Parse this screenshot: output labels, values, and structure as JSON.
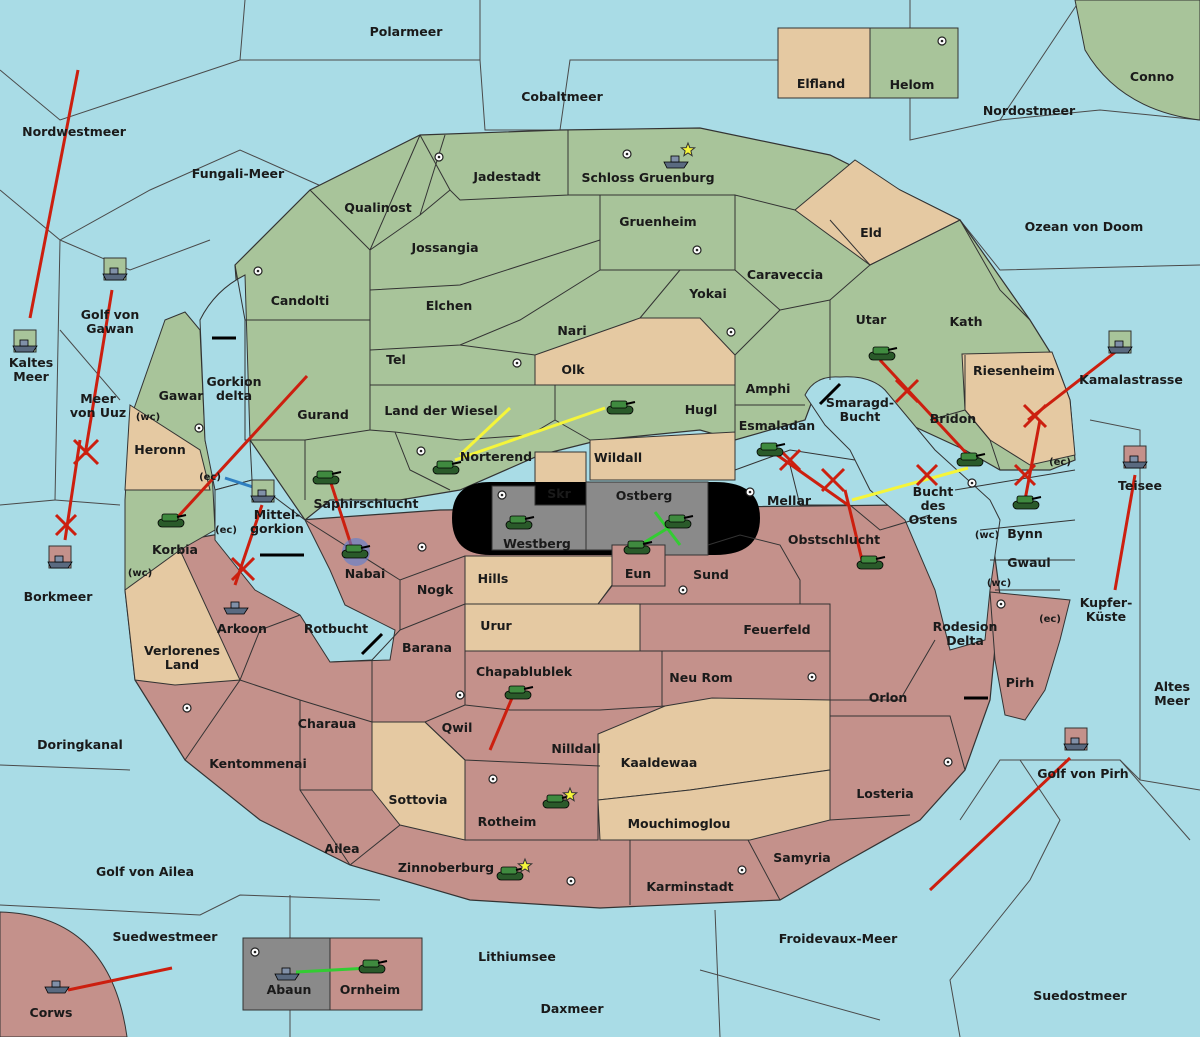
{
  "colors": {
    "sea": "#a9dce6",
    "green": "#a8c49a",
    "red": "#c4918b",
    "tan": "#e5c9a2",
    "gray": "#8a8a8a",
    "black": "#000000",
    "order_red": "#cc1f0f",
    "order_yellow": "#f5f53a",
    "order_green": "#33cc33",
    "order_blue": "#2f7fc0"
  },
  "seas": {
    "polarmeer": "Polarmeer",
    "cobaltmeer": "Cobaltmeer",
    "nordwestmeer": "Nordwestmeer",
    "fungali": "Fungali-Meer",
    "nordostmeer": "Nordostmeer",
    "conno": "Conno",
    "ozean": "Ozean von Doom",
    "kaltes": "Kaltes\nMeer",
    "golf_gawan": "Golf von\nGawan",
    "meer_uuz": "Meer\nvon Uuz",
    "gorkion_delta": "Gorkion\ndelta",
    "mittelgorkion": "Mittel-\ngorkion",
    "borkmeer": "Borkmeer",
    "rotbucht": "Rotbucht",
    "smaragd": "Smaragd-\nBucht",
    "bucht_ostens": "Bucht\ndes\nOstens",
    "kamalastrasse": "Kamalastrasse",
    "teisee": "Teisee",
    "kupferkueste": "Kupfer-\nKüste",
    "rodesion": "Rodesion\nDelta",
    "altes_meer": "Altes\nMeer",
    "golf_pirh": "Golf von Pirh",
    "doringkanal": "Doringkanal",
    "golf_ailea": "Golf von Ailea",
    "suedwestmeer": "Suedwestmeer",
    "lithiumsee": "Lithiumsee",
    "froidevaux": "Froidevaux-Meer",
    "suedostmeer": "Suedostmeer",
    "daxmeer": "Daxmeer"
  },
  "lands": {
    "elfland": "Elfland",
    "helom": "Helom",
    "jadestadt": "Jadestadt",
    "schloss": "Schloss Gruenburg",
    "qualinost": "Qualinost",
    "jossangia": "Jossangia",
    "gruenheim": "Gruenheim",
    "eld": "Eld",
    "candolti": "Candolti",
    "elchen": "Elchen",
    "caraveccia": "Caraveccia",
    "yokai": "Yokai",
    "nari": "Nari",
    "utar": "Utar",
    "kath": "Kath",
    "tel": "Tel",
    "olk": "Olk",
    "gawar": "Gawar",
    "gurand": "Gurand",
    "land_wiesel": "Land der Wiesel",
    "hugl": "Hugl",
    "amphi": "Amphi",
    "riesenheim": "Riesenheim",
    "esmaladan": "Esmaladan",
    "bridon": "Bridon",
    "norterend": "Norterend",
    "wildall": "Wildall",
    "heronn": "Heronn",
    "skr": "Skr",
    "ostberg": "Ostberg",
    "mellar": "Mellar",
    "saphirschlucht": "Saphirschlucht",
    "westberg": "Westberg",
    "obstschlucht": "Obstschlucht",
    "bynn": "Bynn",
    "korbia": "Korbia",
    "nabai": "Nabai",
    "eun": "Eun",
    "sund": "Sund",
    "gwaul": "Gwaul",
    "hills": "Hills",
    "nogk": "Nogk",
    "arkoon": "Arkoon",
    "urur": "Urur",
    "feuerfeld": "Feuerfeld",
    "barana": "Barana",
    "verlorenes": "Verlorenes\nLand",
    "chapablublek": "Chapablublek",
    "neu_rom": "Neu Rom",
    "pirh": "Pirh",
    "orlon": "Orlon",
    "charaua": "Charaua",
    "qwil": "Qwil",
    "nilldall": "Nilldall",
    "kentommenai": "Kentommenai",
    "kaaldewaa": "Kaaldewaa",
    "sottovia": "Sottovia",
    "losteria": "Losteria",
    "rotheim": "Rotheim",
    "mouchimoglou": "Mouchimoglou",
    "ailea": "Ailea",
    "samyria": "Samyria",
    "zinnoberburg": "Zinnoberburg",
    "karminstadt": "Karminstadt",
    "abaun": "Abaun",
    "ornheim": "Ornheim",
    "corws": "Corws"
  },
  "coast_tags": {
    "wc": "(wc)",
    "ec": "(ec)"
  },
  "icons": {
    "army": "tank-icon",
    "fleet": "ship-icon",
    "supply_center": "supply-center-dot-icon",
    "home": "star-icon",
    "dislodged": "cross-icon",
    "canal": "double-arrow-icon"
  }
}
